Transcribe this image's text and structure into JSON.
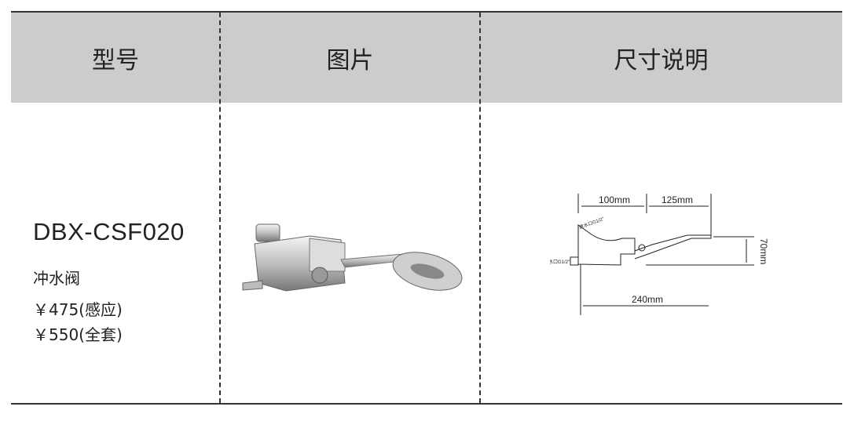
{
  "header": {
    "col1": "型号",
    "col2": "图片",
    "col3": "尺寸说明"
  },
  "product": {
    "model": "DBX-CSF020",
    "name": "冲水阀",
    "price1": "￥475(感应)",
    "price2": "￥550(全套)"
  },
  "drawing": {
    "dim_top_left": "100mm",
    "dim_top_right": "125mm",
    "dim_height": "70mm",
    "dim_total": "240mm",
    "inlet_label_top": "进水口G1/2\"",
    "inlet_label_side": "进水口G1/2\""
  }
}
